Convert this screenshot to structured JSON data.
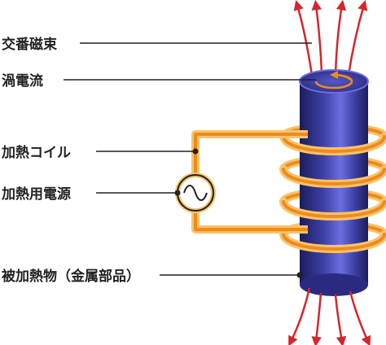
{
  "labels": {
    "alternating_flux": "交番磁束",
    "eddy_current": "渦電流",
    "heating_coil": "加熱コイル",
    "heating_power_supply": "加熱用電源",
    "workpiece": "被加熱物（金属部品）"
  },
  "colors": {
    "rod_dark": "#22236a",
    "rod_mid": "#4a4cb8",
    "rod_light": "#8a8cf0",
    "coil_outer": "#f7c46a",
    "coil_inner": "#f08a1c",
    "flux_arrow": "#d4262c",
    "leader_line": "#222222"
  },
  "icons": {
    "power_source": "ac-source-sine-icon",
    "eddy_current": "circular-arrow-icon"
  }
}
